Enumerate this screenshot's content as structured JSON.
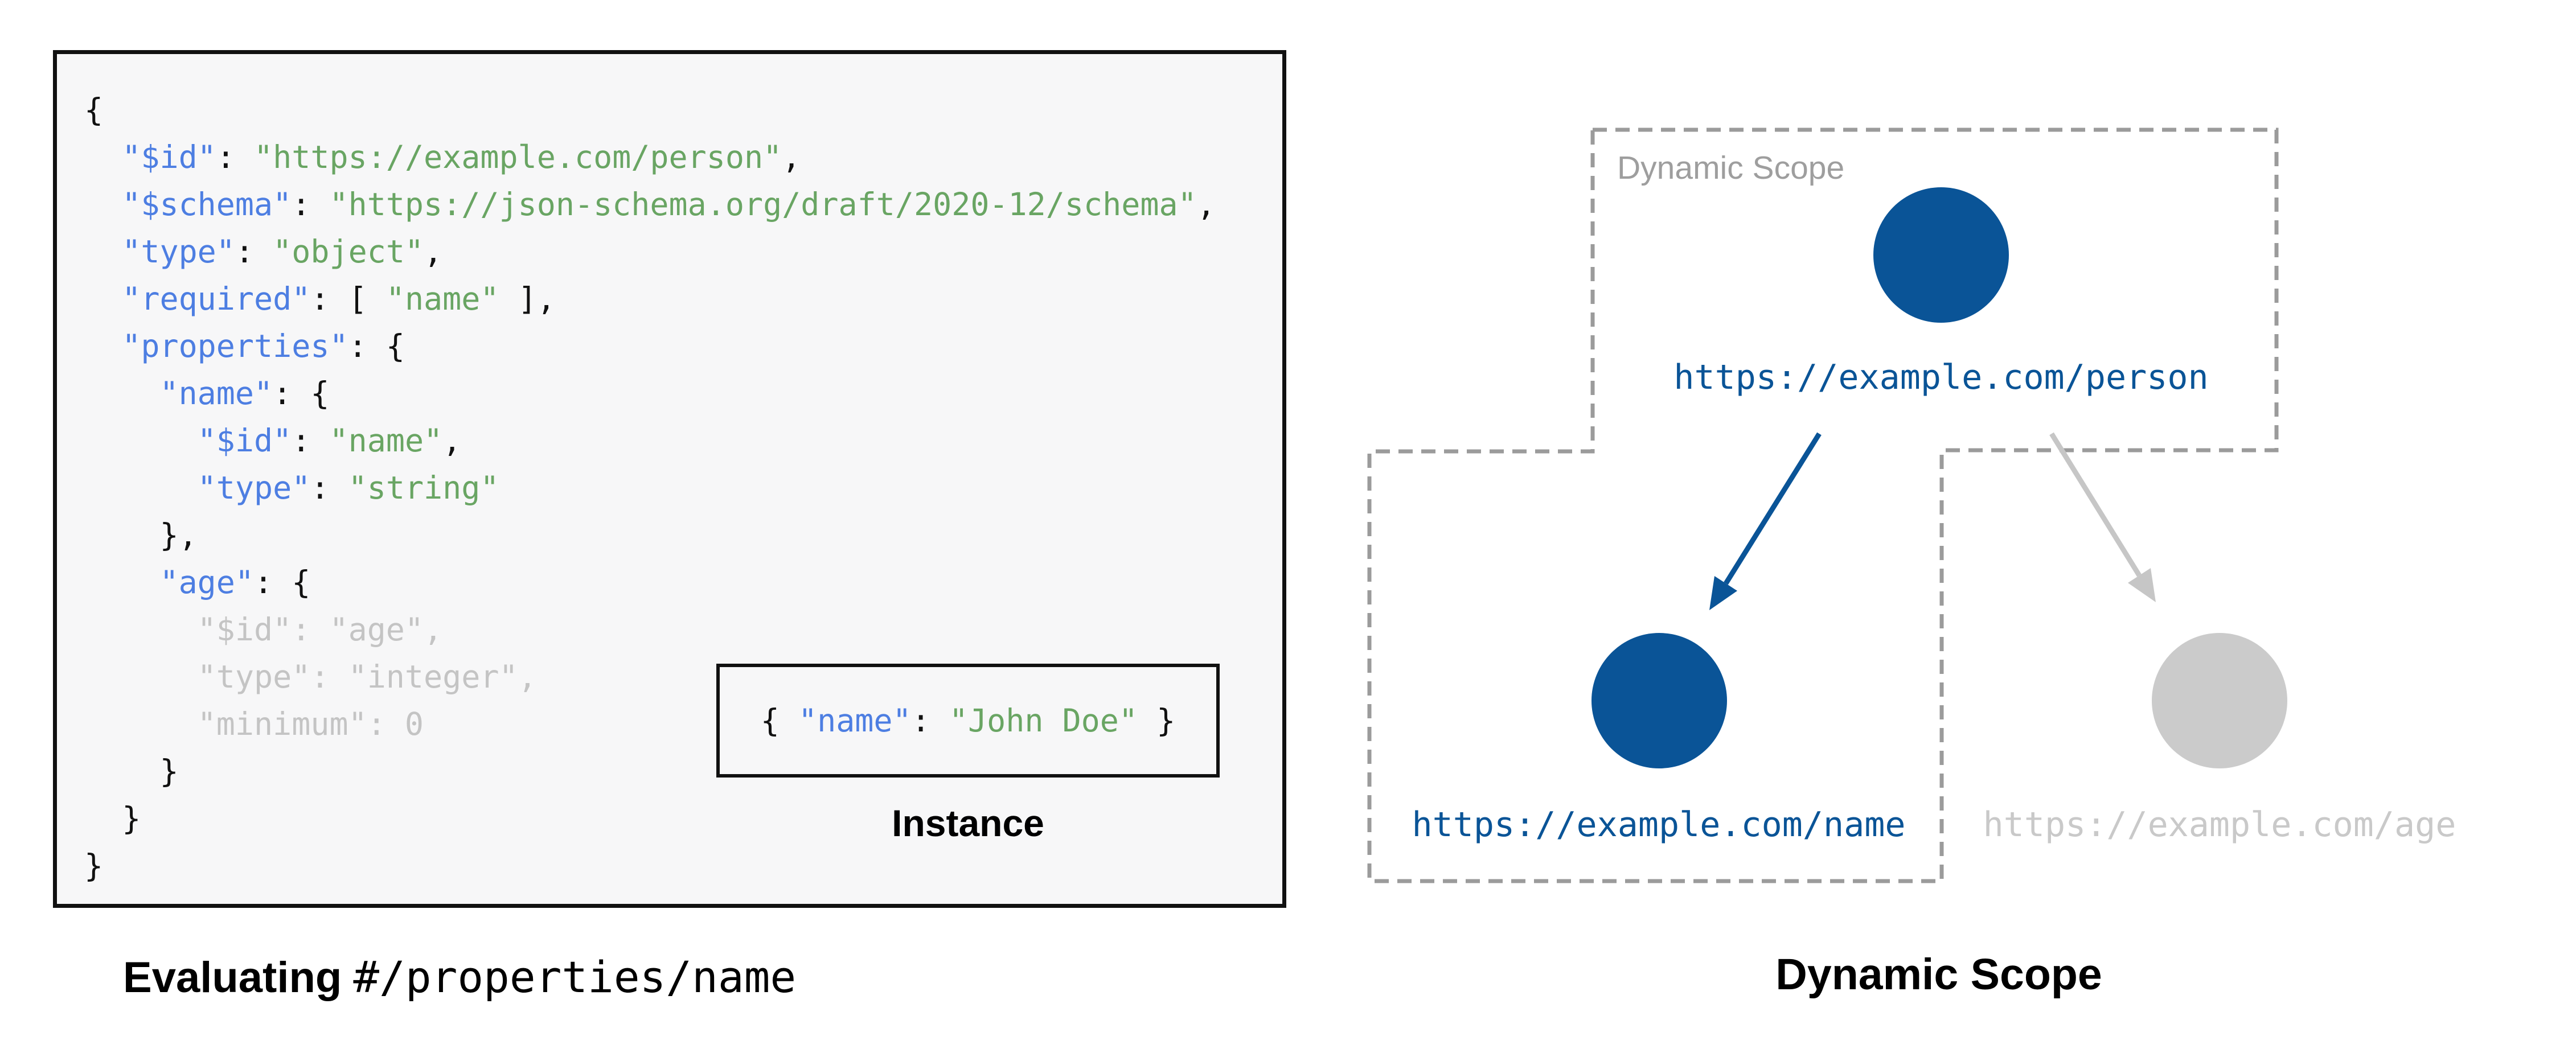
{
  "palette": {
    "ink": "#111111",
    "panel-bg": "#F7F7F8",
    "key-blue": "#4D7EE2",
    "string-green": "#69A563",
    "dim-gray": "#C4C4C4",
    "node-blue": "#0A5497",
    "node-gray": "#CBCBCB",
    "arrow-gray": "#C6C6C6",
    "label-gray": "#C9C9C9",
    "scope-gray": "#9B9B9B",
    "scope-label-gray": "#9E9E9E"
  },
  "schema_panel": {
    "code_lines": [
      [
        [
          "p",
          "{"
        ]
      ],
      [
        [
          "p",
          "  "
        ],
        [
          "k",
          "\"$id\""
        ],
        [
          "p",
          ": "
        ],
        [
          "s",
          "\"https://example.com/person\""
        ],
        [
          "p",
          ","
        ]
      ],
      [
        [
          "p",
          "  "
        ],
        [
          "k",
          "\"$schema\""
        ],
        [
          "p",
          ": "
        ],
        [
          "s",
          "\"https://json-schema.org/draft/2020-12/schema\""
        ],
        [
          "p",
          ","
        ]
      ],
      [
        [
          "p",
          "  "
        ],
        [
          "k",
          "\"type\""
        ],
        [
          "p",
          ": "
        ],
        [
          "s",
          "\"object\""
        ],
        [
          "p",
          ","
        ]
      ],
      [
        [
          "p",
          "  "
        ],
        [
          "k",
          "\"required\""
        ],
        [
          "p",
          ": [ "
        ],
        [
          "s",
          "\"name\""
        ],
        [
          "p",
          " ],"
        ]
      ],
      [
        [
          "p",
          "  "
        ],
        [
          "k",
          "\"properties\""
        ],
        [
          "p",
          ": {"
        ]
      ],
      [
        [
          "p",
          "    "
        ],
        [
          "k",
          "\"name\""
        ],
        [
          "p",
          ": {"
        ]
      ],
      [
        [
          "p",
          "      "
        ],
        [
          "k",
          "\"$id\""
        ],
        [
          "p",
          ": "
        ],
        [
          "s",
          "\"name\""
        ],
        [
          "p",
          ","
        ]
      ],
      [
        [
          "p",
          "      "
        ],
        [
          "k",
          "\"type\""
        ],
        [
          "p",
          ": "
        ],
        [
          "s",
          "\"string\""
        ]
      ],
      [
        [
          "p",
          "    },"
        ]
      ],
      [
        [
          "p",
          "    "
        ],
        [
          "k",
          "\"age\""
        ],
        [
          "p",
          ": {"
        ]
      ],
      [
        [
          "d",
          "      \"$id\": \"age\","
        ]
      ],
      [
        [
          "d",
          "      \"type\": \"integer\","
        ]
      ],
      [
        [
          "d",
          "      \"minimum\": 0"
        ]
      ],
      [
        [
          "p",
          "    }"
        ]
      ],
      [
        [
          "p",
          "  }"
        ]
      ],
      [
        [
          "p",
          "}"
        ]
      ]
    ]
  },
  "instance": {
    "tokens": [
      [
        "p",
        "{ "
      ],
      [
        "k",
        "\"name\""
      ],
      [
        "p",
        ": "
      ],
      [
        "s",
        "\"John Doe\""
      ],
      [
        "p",
        " }"
      ]
    ],
    "label": "Instance"
  },
  "captions": {
    "evaluating_bold": "Evaluating",
    "evaluating_pointer": "#/properties/name",
    "diagram_title": "Dynamic Scope"
  },
  "diagram": {
    "scope_label": "Dynamic Scope",
    "nodes": [
      {
        "id": "person",
        "url": "https://example.com/person",
        "state": "in-scope"
      },
      {
        "id": "name",
        "url": "https://example.com/name",
        "state": "in-scope"
      },
      {
        "id": "age",
        "url": "https://example.com/age",
        "state": "out-of-scope"
      }
    ]
  }
}
